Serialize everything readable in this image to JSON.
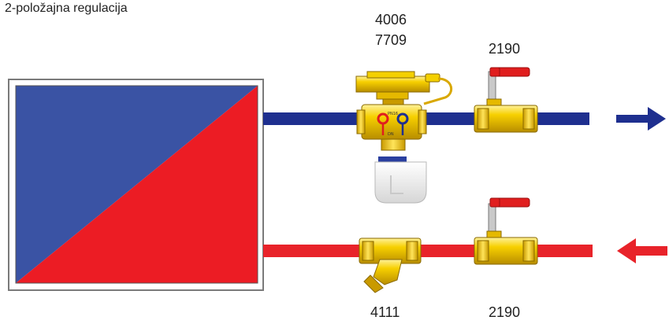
{
  "title": "2-položajna regulacija",
  "labels": {
    "controller_code_1": "4006",
    "controller_code_2": "7709",
    "ball_valve_top": "2190",
    "strainer": "4111",
    "ball_valve_bottom": "2190"
  },
  "valve_markings": {
    "pn": "PN16",
    "dn": "DN"
  },
  "colors": {
    "supply": "#1e2f8f",
    "return": "#e8232a",
    "brass": "#f2c200",
    "handle": "#e01e1e",
    "tank_blue": "#3a53a4",
    "tank_red": "#ec1c24"
  },
  "flow": {
    "supply_direction": "right",
    "return_direction": "left"
  }
}
